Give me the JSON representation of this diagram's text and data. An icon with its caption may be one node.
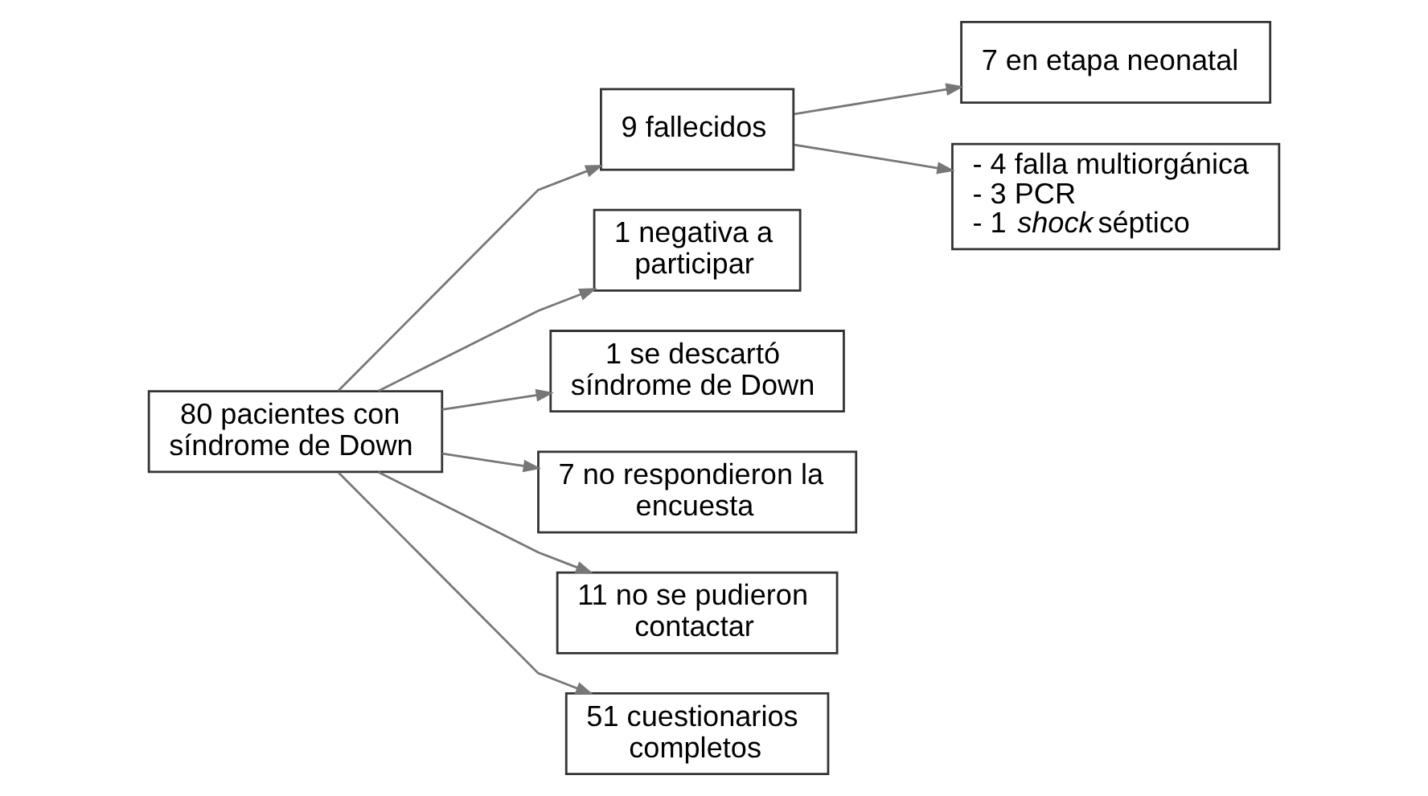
{
  "diagram": {
    "nodes": [
      {
        "text": [
          "80 pacientes con síndrome de Down"
        ]
      },
      {
        "text": [
          "9 fallecidos"
        ]
      },
      {
        "text": [
          "7 en etapa neonatal"
        ]
      },
      {
        "text": [
          "- 4 falla multiorgánica",
          "- 3 PCR",
          "- 1 *shock* séptico"
        ]
      },
      {
        "text": [
          "1 negativa a participar"
        ]
      },
      {
        "text": [
          "1 se descartó síndrome de Down"
        ]
      },
      {
        "text": [
          "7 no respondieron la encuesta"
        ]
      },
      {
        "text": [
          "11 no se pudieron contactar"
        ]
      },
      {
        "text": [
          "51 cuestionarios completos"
        ]
      }
    ],
    "edges": [
      {
        "from": 0,
        "to": 1,
        "arrow": "to"
      },
      {
        "from": 1,
        "to": 2,
        "arrow": "to"
      },
      {
        "from": 1,
        "to": 3,
        "arrow": "to"
      },
      {
        "from": 0,
        "to": 4,
        "arrow": "to"
      },
      {
        "from": 0,
        "to": 5,
        "arrow": "to"
      },
      {
        "from": 0,
        "to": 6,
        "arrow": "to"
      },
      {
        "from": 0,
        "to": 7,
        "arrow": "to"
      },
      {
        "from": 0,
        "to": 8,
        "arrow": "to"
      }
    ]
  }
}
